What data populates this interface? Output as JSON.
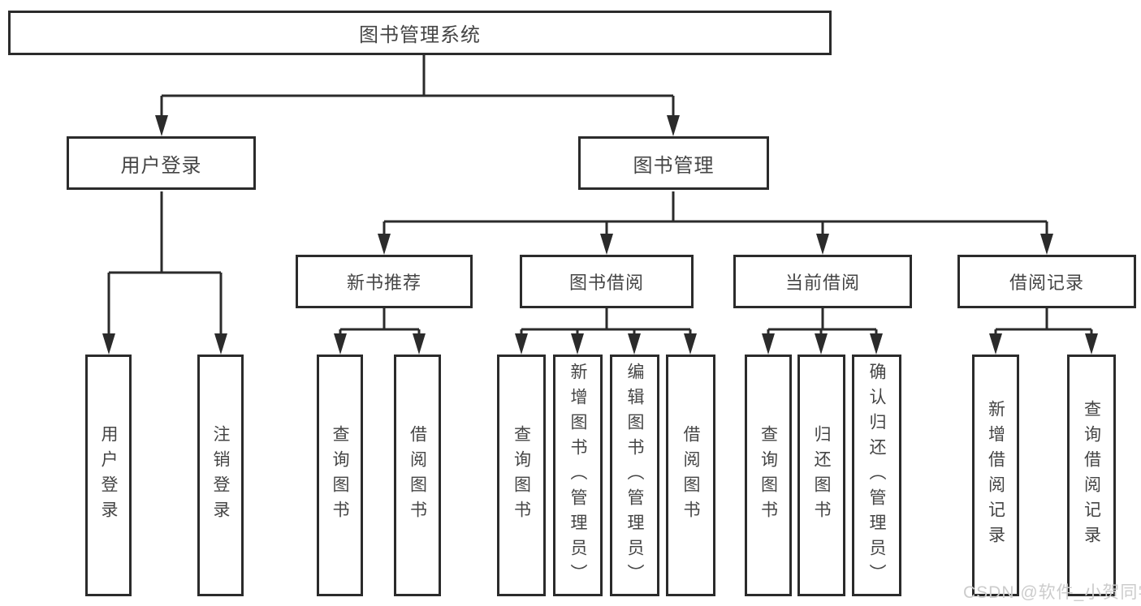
{
  "root": {
    "label": "图书管理系统"
  },
  "level1": [
    {
      "label": "用户登录",
      "children": [
        {
          "label": "用户登录"
        },
        {
          "label": "注销登录"
        }
      ]
    },
    {
      "label": "图书管理",
      "modules": [
        {
          "label": "新书推荐",
          "children": [
            {
              "label": "查询图书"
            },
            {
              "label": "借阅图书"
            }
          ]
        },
        {
          "label": "图书借阅",
          "children": [
            {
              "label": "查询图书"
            },
            {
              "label": "新增图书（管理员）"
            },
            {
              "label": "编辑图书（管理员）"
            },
            {
              "label": "借阅图书"
            }
          ]
        },
        {
          "label": "当前借阅",
          "children": [
            {
              "label": "查询图书"
            },
            {
              "label": "归还图书"
            },
            {
              "label": "确认归还（管理员）"
            }
          ]
        },
        {
          "label": "借阅记录",
          "children": [
            {
              "label": "新增借阅记录"
            },
            {
              "label": "查询借阅记录"
            }
          ]
        }
      ]
    }
  ],
  "watermark": "CSDN @软件_小贺同学",
  "colors": {
    "line": "#2b2b2b",
    "text": "#454545",
    "watermark": "#cccccc",
    "background": "#ffffff"
  }
}
